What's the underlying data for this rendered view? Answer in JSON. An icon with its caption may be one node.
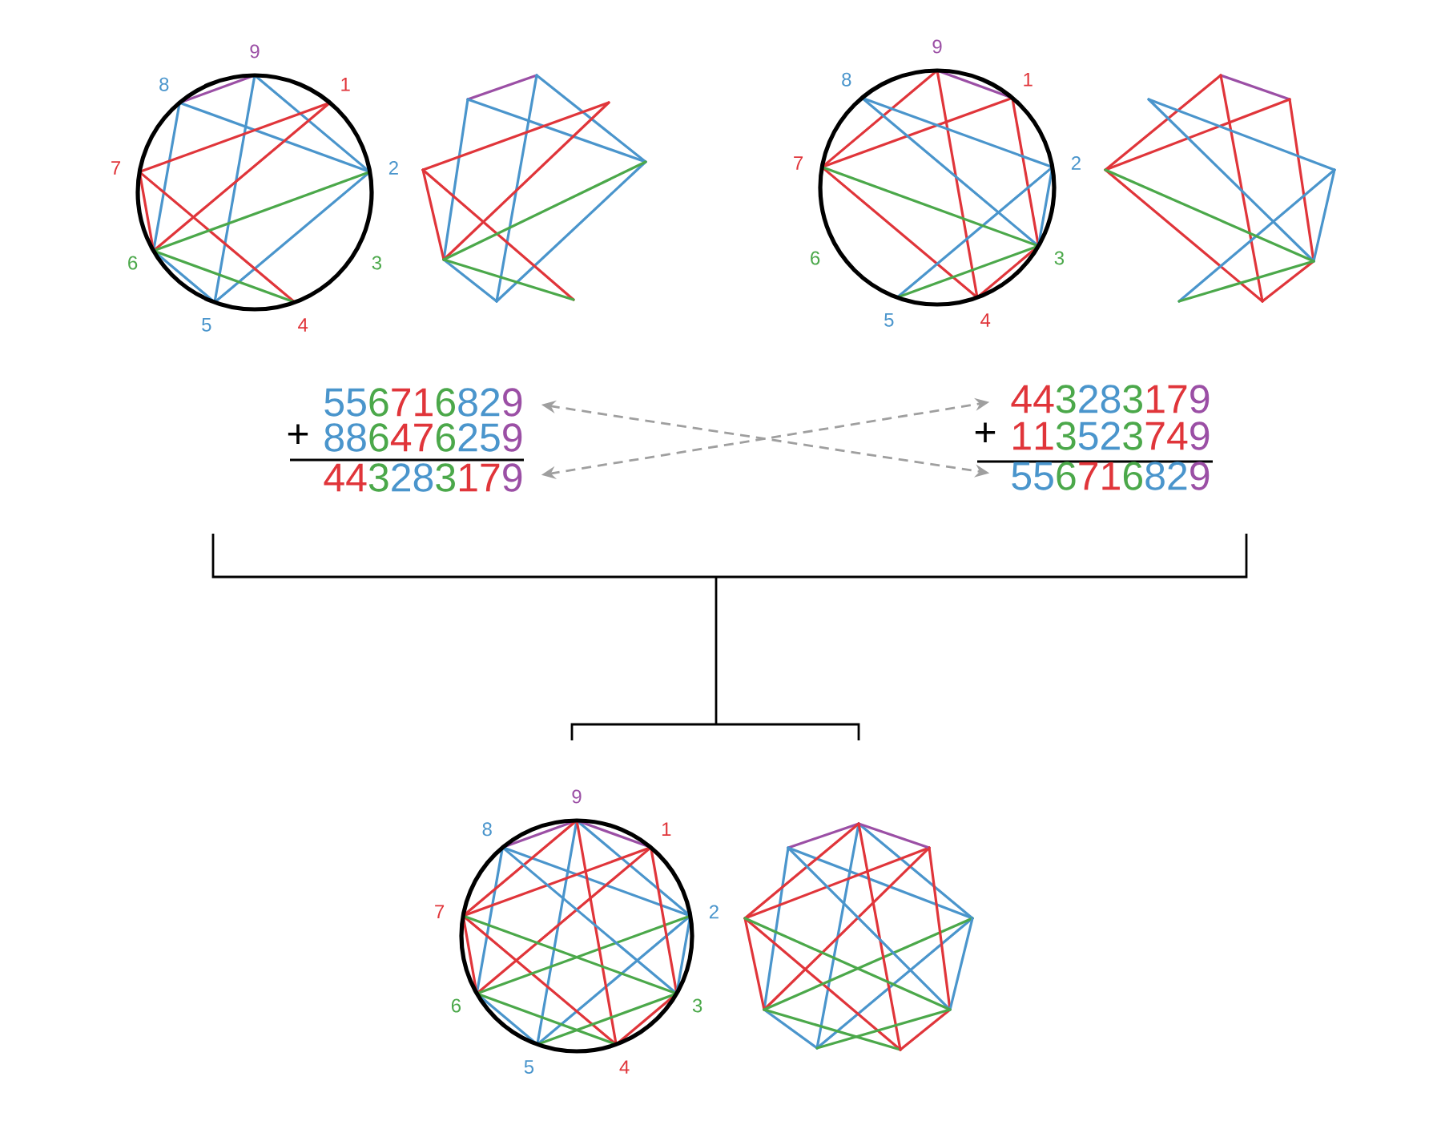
{
  "diagram": {
    "nodes": [
      {
        "text": [
          "556716829"
        ]
      },
      {
        "text": [
          "886476259"
        ]
      },
      {
        "text": [
          "443283179"
        ]
      },
      {
        "text": [
          "443283179"
        ]
      },
      {
        "text": [
          "113523749"
        ]
      },
      {
        "text": [
          "556716829"
        ]
      }
    ],
    "edges": [
      {
        "from": 0,
        "to": 5,
        "arrow": "both",
        "style": "dashed"
      },
      {
        "from": 2,
        "to": 3,
        "arrow": "both",
        "style": "dashed"
      }
    ],
    "labels": [
      "9",
      "8",
      "1",
      "7",
      "2",
      "6",
      "3",
      "5",
      "4",
      "9",
      "8",
      "1",
      "7",
      "2",
      "6",
      "3",
      "5",
      "4",
      "+",
      "+",
      "9",
      "8",
      "1",
      "7",
      "2",
      "6",
      "3",
      "5",
      "4"
    ]
  }
}
